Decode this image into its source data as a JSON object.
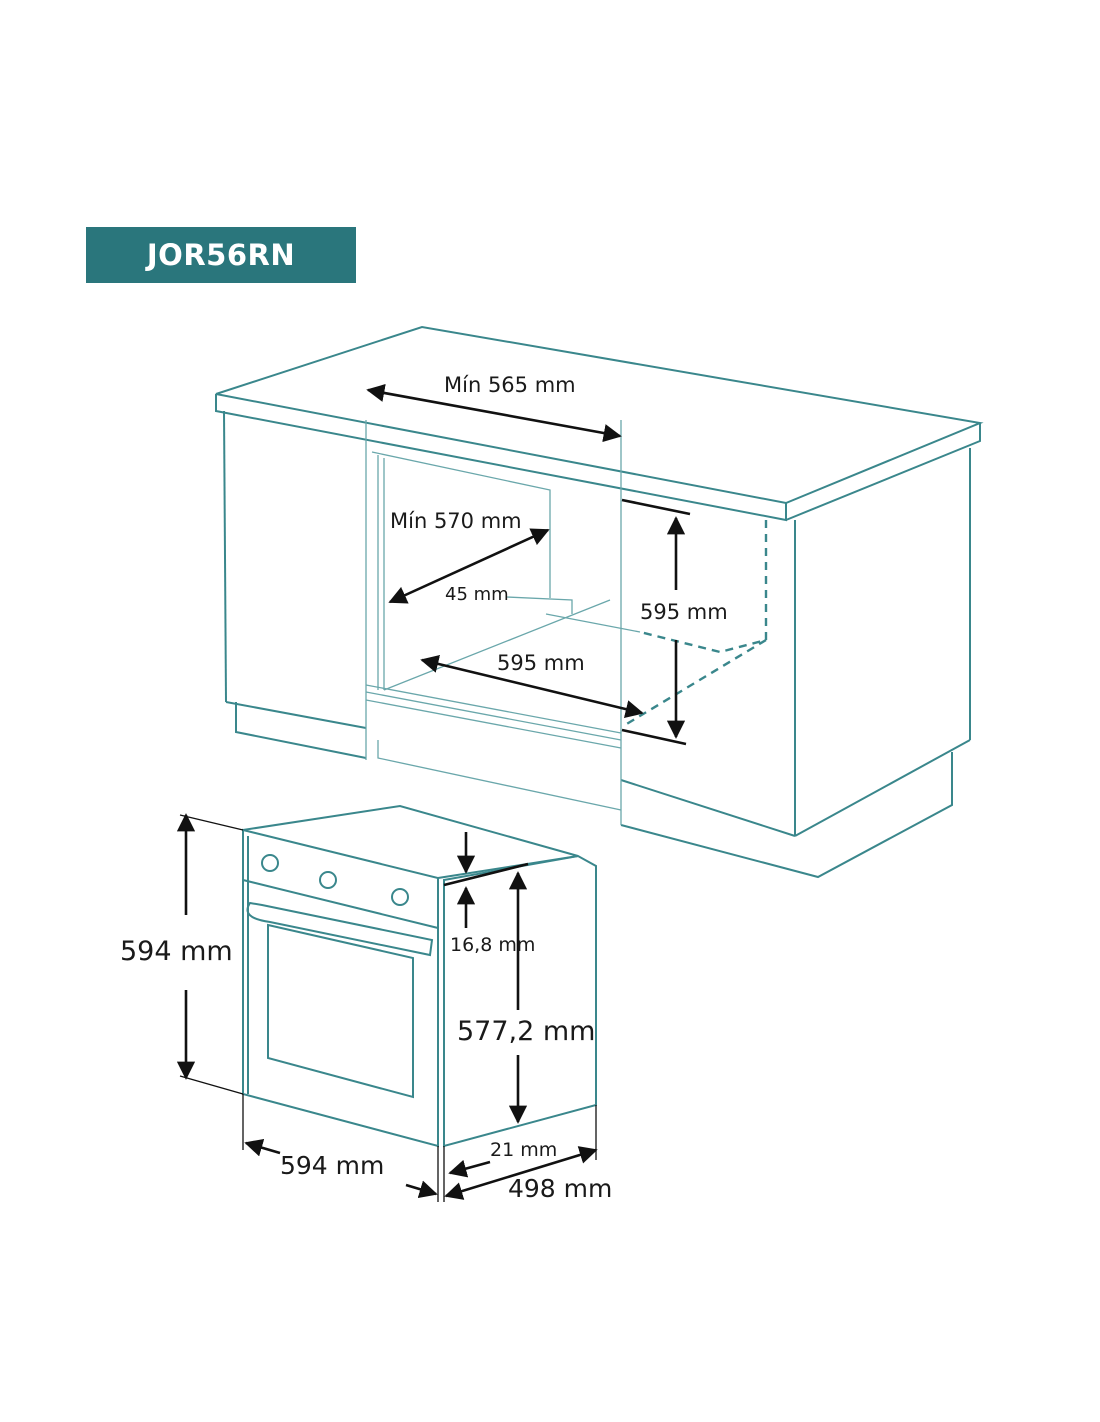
{
  "model": "JOR56RN",
  "colors": {
    "badge": "#2a767c",
    "line": "#3a878c",
    "arrow": "#111111"
  },
  "cabinet_dimensions": {
    "min_width": "Mín 565 mm",
    "min_depth": "Mín 570 mm",
    "gap": "45 mm",
    "height": "595 mm",
    "width": "595 mm"
  },
  "oven_dimensions": {
    "height": "594 mm",
    "panel": "16,8 mm",
    "body_height": "577,2 mm",
    "width": "594 mm",
    "door": "21 mm",
    "depth": "498 mm"
  }
}
